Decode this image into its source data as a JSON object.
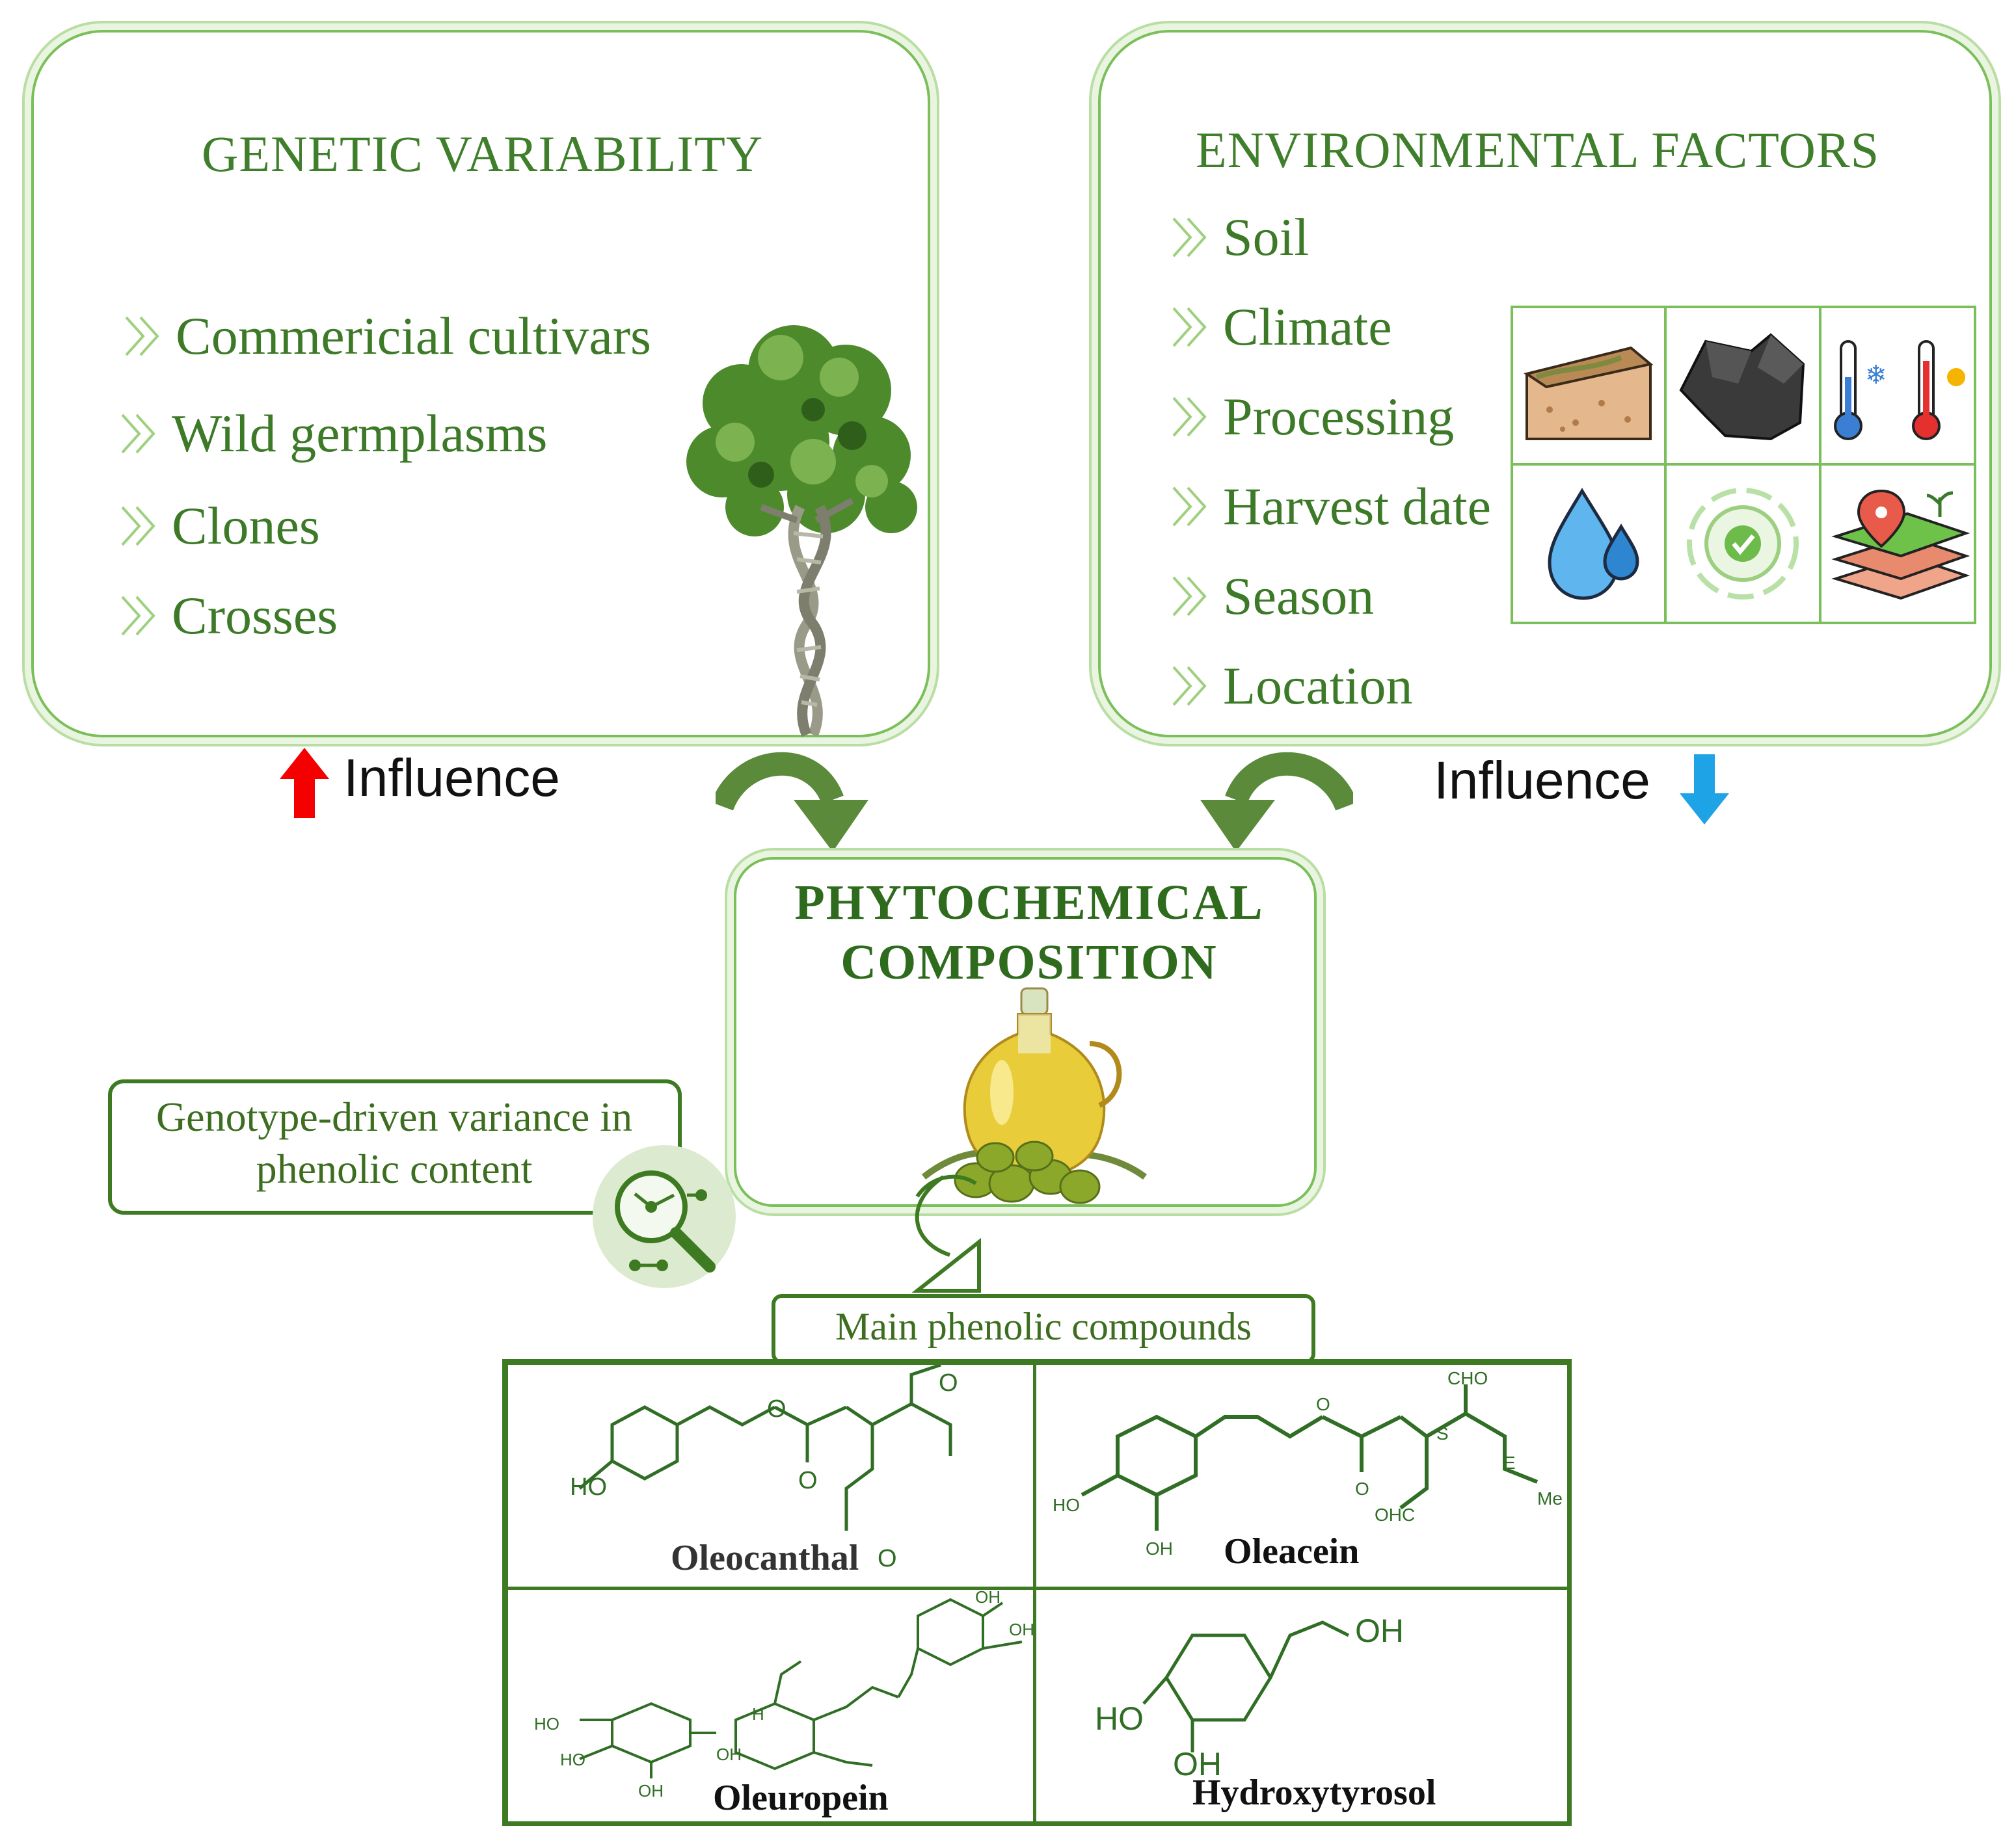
{
  "genetic": {
    "title": "GENETIC VARIABILITY",
    "items": [
      "Commericial cultivars",
      "Wild germplasms",
      "Clones",
      "Crosses"
    ],
    "image": "tree-dna-illustration"
  },
  "environmental": {
    "title": "ENVIRONMENTAL FACTORS",
    "items": [
      "Soil",
      "Climate",
      "Processing",
      "Harvest date",
      "Season",
      "Location"
    ],
    "icons": [
      "soil-icon",
      "rock-icon",
      "temperature-icon",
      "water-drop-icon",
      "processing-gear-icon",
      "location-map-icon"
    ]
  },
  "influence_left": {
    "label": "Influence",
    "arrow": "up",
    "color": "#f40000"
  },
  "influence_right": {
    "label": "Influence",
    "arrow": "down",
    "color": "#1ea4e6"
  },
  "center": {
    "title_line1": "PHYTOCHEMICAL",
    "title_line2": "COMPOSITION",
    "image": "olive-oil-jar"
  },
  "genotype_box": {
    "line1": "Genotype-driven variance in",
    "line2": "phenolic content"
  },
  "main_compounds": {
    "label": "Main phenolic compounds"
  },
  "compounds": {
    "oleocanthal": {
      "name": "Oleocanthal",
      "labels": {
        "ho": "HO",
        "o1": "O",
        "o2": "O",
        "o3": "O",
        "o4": "O"
      }
    },
    "oleacein": {
      "name": "Oleacein",
      "labels": {
        "cho": "CHO",
        "s": "S",
        "e": "E",
        "me": "Me",
        "ho": "HO",
        "oh": "OH",
        "ohc": "OHC",
        "o1": "O",
        "o2": "O"
      }
    },
    "oleuropein": {
      "name": "Oleuropein",
      "labels": {
        "oh1": "OH",
        "oh2": "OH",
        "ho1": "HO",
        "ho2": "HO",
        "oh3": "OH",
        "oh4": "OH",
        "h": "H"
      }
    },
    "hydroxytyrosol": {
      "name": "Hydroxytyrosol",
      "labels": {
        "oh1": "OH",
        "ho": "HO",
        "oh2": "OH"
      }
    }
  },
  "colors": {
    "accent": "#3e7a22",
    "panel_border": "#7bbf5a",
    "arrow": "#5a8a3a"
  }
}
